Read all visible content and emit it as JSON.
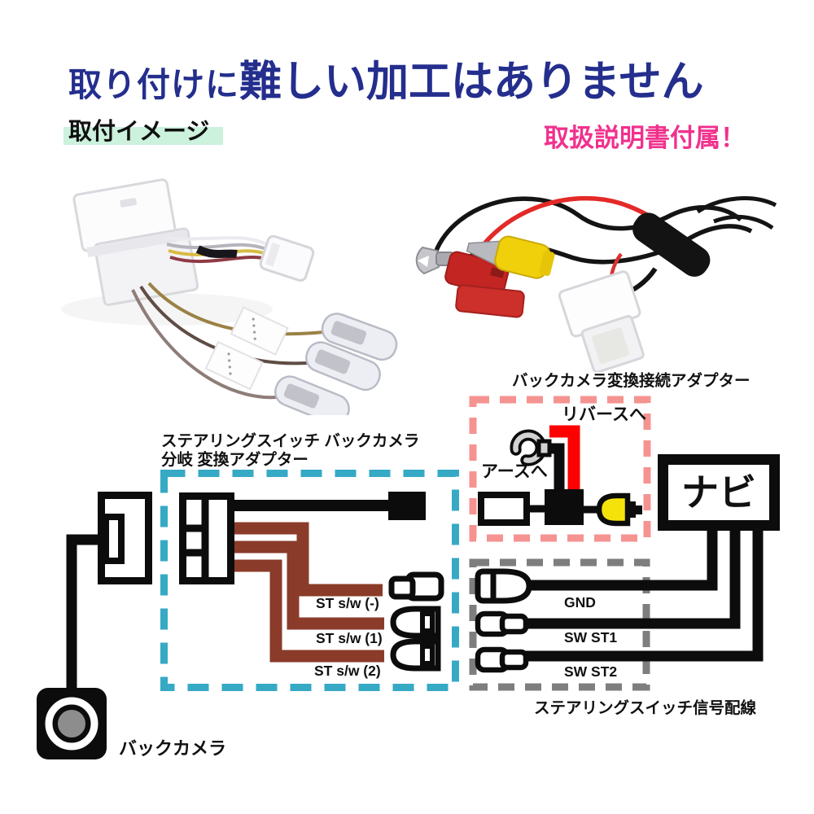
{
  "header": {
    "title_regular": "取り付けに",
    "title_bold": "難しい加工はありません",
    "install_image_label": "取付イメージ",
    "manual_badge": "取扱説明書付属！"
  },
  "photos": {
    "adapter_caption": "バックカメラ変換接続アダプター"
  },
  "diagram": {
    "steering_adapter_line1": "ステアリングスイッチ バックカメラ",
    "steering_adapter_line2": "分岐 変換アダプター",
    "reverse_label": "リバースへ",
    "earth_label": "アースへ",
    "navi_label": "ナビ",
    "st_sw_minus": "ST s/w (-)",
    "st_sw_1": "ST s/w (1)",
    "st_sw_2": "ST s/w (2)",
    "gnd_label": "GND",
    "sw_st1_label": "SW ST1",
    "sw_st2_label": "SW ST2",
    "signal_wiring_caption": "ステアリングスイッチ信号配線",
    "back_camera_label": "バックカメラ"
  },
  "colors": {
    "title_navy": "#242e8d",
    "badge_pink": "#f1318d",
    "highlight_mint": "#ccf1dd",
    "dashed_box_blue": "#36a9c5",
    "dashed_box_pink": "#f59391",
    "dashed_box_gray": "#7e7e7e",
    "wire_brown": "#8a3b2a",
    "wire_red": "#fd0000",
    "rca_yellow": "#f6e20b"
  }
}
